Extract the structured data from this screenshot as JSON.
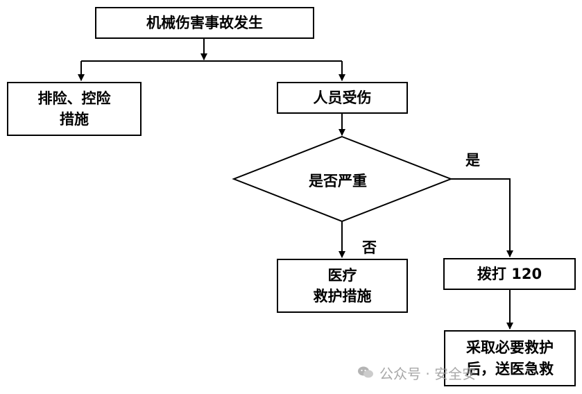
{
  "nodes": {
    "accident": "机械伤害事故发生",
    "eliminate_control": [
      "排险、控险",
      "措施"
    ],
    "injured": "人员受伤",
    "decision": "是否严重",
    "medical": [
      "医疗",
      "救护措施"
    ],
    "call": "拨打 120",
    "rescue": [
      "采取必要救护",
      "后，送医急救"
    ]
  },
  "edges": {
    "yes": "是",
    "no": "否"
  },
  "watermark": {
    "text": "公众号 · 安全安",
    "icon": "wechat-icon"
  }
}
